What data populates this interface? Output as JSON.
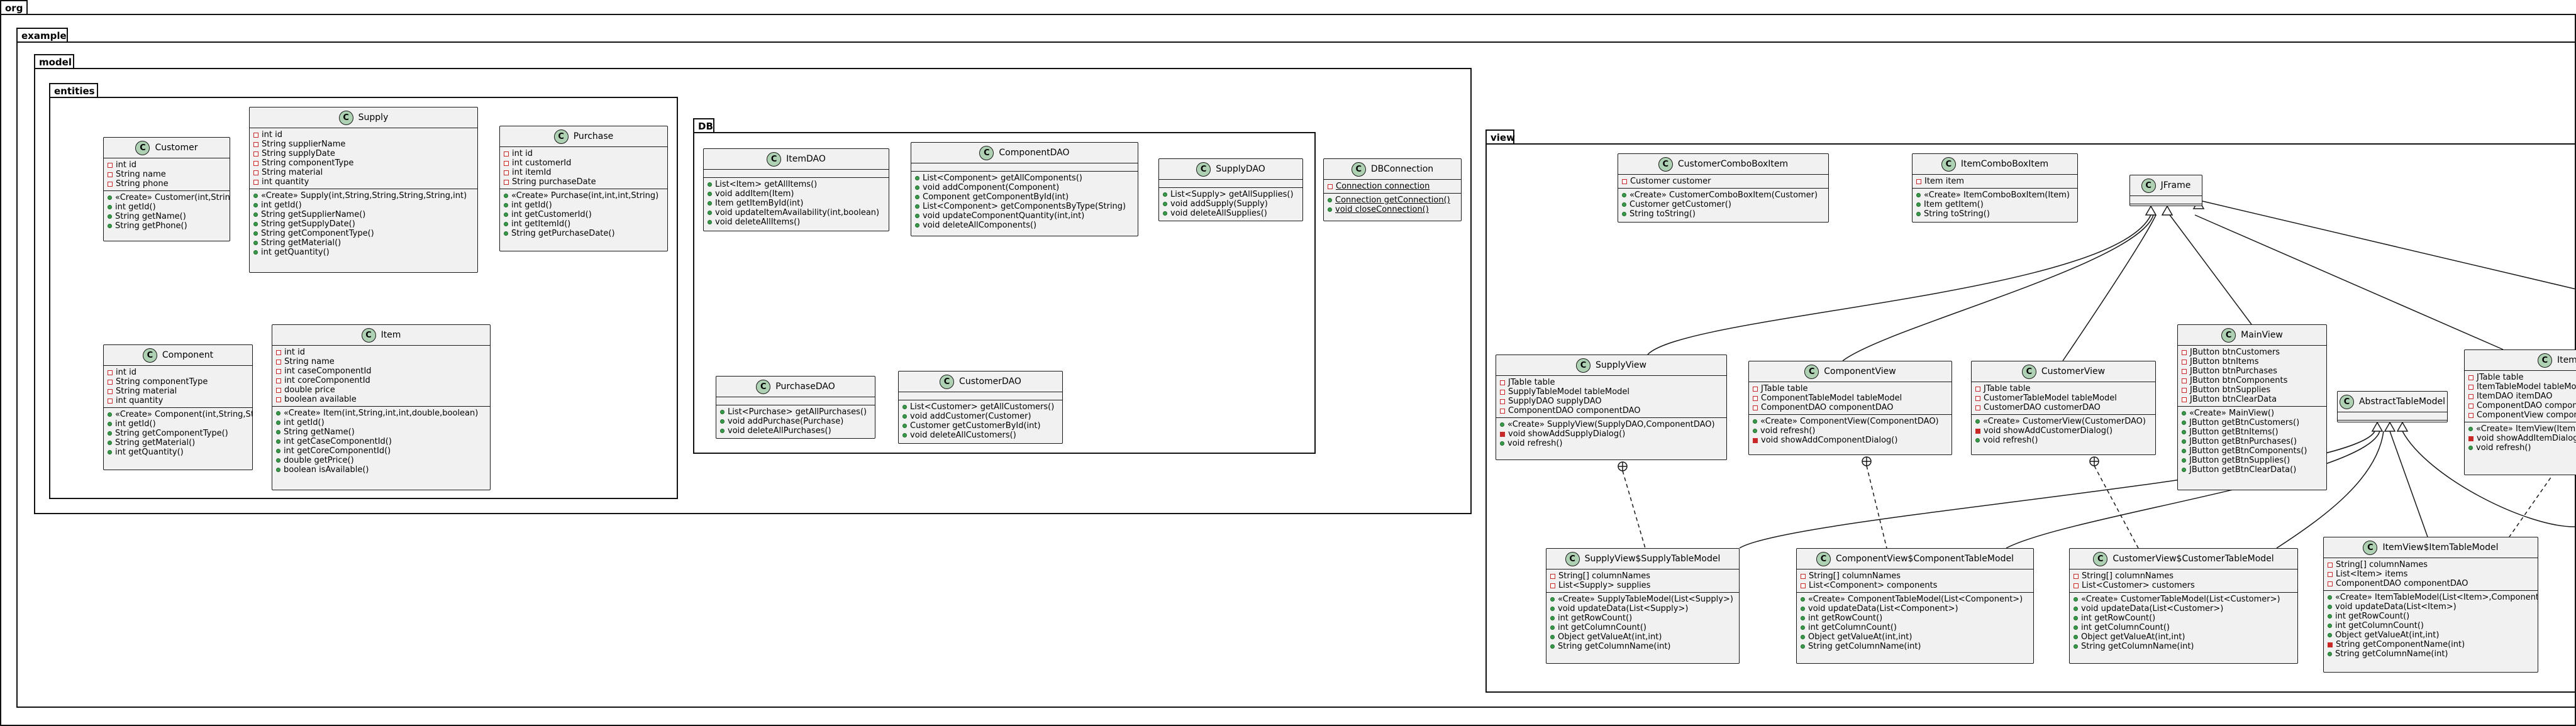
{
  "packages": {
    "org": "org",
    "example": "example",
    "model": "model",
    "entities": "entities",
    "db": "DB",
    "view": "view"
  },
  "classes": {
    "customer": {
      "name": "Customer",
      "badge": "C",
      "fields": [
        {
          "v": "-",
          "t": "int id"
        },
        {
          "v": "-",
          "t": "String name"
        },
        {
          "v": "-",
          "t": "String phone"
        }
      ],
      "methods": [
        {
          "v": "+",
          "t": "«Create» Customer(int,String,String)"
        },
        {
          "v": "+",
          "t": "int getId()"
        },
        {
          "v": "+",
          "t": "String getName()"
        },
        {
          "v": "+",
          "t": "String getPhone()"
        }
      ]
    },
    "supply": {
      "name": "Supply",
      "badge": "C",
      "fields": [
        {
          "v": "-",
          "t": "int id"
        },
        {
          "v": "-",
          "t": "String supplierName"
        },
        {
          "v": "-",
          "t": "String supplyDate"
        },
        {
          "v": "-",
          "t": "String componentType"
        },
        {
          "v": "-",
          "t": "String material"
        },
        {
          "v": "-",
          "t": "int quantity"
        }
      ],
      "methods": [
        {
          "v": "+",
          "t": "«Create» Supply(int,String,String,String,String,int)"
        },
        {
          "v": "+",
          "t": "int getId()"
        },
        {
          "v": "+",
          "t": "String getSupplierName()"
        },
        {
          "v": "+",
          "t": "String getSupplyDate()"
        },
        {
          "v": "+",
          "t": "String getComponentType()"
        },
        {
          "v": "+",
          "t": "String getMaterial()"
        },
        {
          "v": "+",
          "t": "int getQuantity()"
        }
      ]
    },
    "purchase": {
      "name": "Purchase",
      "badge": "C",
      "fields": [
        {
          "v": "-",
          "t": "int id"
        },
        {
          "v": "-",
          "t": "int customerId"
        },
        {
          "v": "-",
          "t": "int itemId"
        },
        {
          "v": "-",
          "t": "String purchaseDate"
        }
      ],
      "methods": [
        {
          "v": "+",
          "t": "«Create» Purchase(int,int,int,String)"
        },
        {
          "v": "+",
          "t": "int getId()"
        },
        {
          "v": "+",
          "t": "int getCustomerId()"
        },
        {
          "v": "+",
          "t": "int getItemId()"
        },
        {
          "v": "+",
          "t": "String getPurchaseDate()"
        }
      ]
    },
    "component": {
      "name": "Component",
      "badge": "C",
      "fields": [
        {
          "v": "-",
          "t": "int id"
        },
        {
          "v": "-",
          "t": "String componentType"
        },
        {
          "v": "-",
          "t": "String material"
        },
        {
          "v": "-",
          "t": "int quantity"
        }
      ],
      "methods": [
        {
          "v": "+",
          "t": "«Create» Component(int,String,String,int)"
        },
        {
          "v": "+",
          "t": "int getId()"
        },
        {
          "v": "+",
          "t": "String getComponentType()"
        },
        {
          "v": "+",
          "t": "String getMaterial()"
        },
        {
          "v": "+",
          "t": "int getQuantity()"
        }
      ]
    },
    "item": {
      "name": "Item",
      "badge": "C",
      "fields": [
        {
          "v": "-",
          "t": "int id"
        },
        {
          "v": "-",
          "t": "String name"
        },
        {
          "v": "-",
          "t": "int caseComponentId"
        },
        {
          "v": "-",
          "t": "int coreComponentId"
        },
        {
          "v": "-",
          "t": "double price"
        },
        {
          "v": "-",
          "t": "boolean available"
        }
      ],
      "methods": [
        {
          "v": "+",
          "t": "«Create» Item(int,String,int,int,double,boolean)"
        },
        {
          "v": "+",
          "t": "int getId()"
        },
        {
          "v": "+",
          "t": "String getName()"
        },
        {
          "v": "+",
          "t": "int getCaseComponentId()"
        },
        {
          "v": "+",
          "t": "int getCoreComponentId()"
        },
        {
          "v": "+",
          "t": "double getPrice()"
        },
        {
          "v": "+",
          "t": "boolean isAvailable()"
        }
      ]
    },
    "itemdao": {
      "name": "ItemDAO",
      "badge": "C",
      "fields": [],
      "methods": [
        {
          "v": "+",
          "t": "List<Item> getAllItems()"
        },
        {
          "v": "+",
          "t": "void addItem(Item)"
        },
        {
          "v": "+",
          "t": "Item getItemById(int)"
        },
        {
          "v": "+",
          "t": "void updateItemAvailability(int,boolean)"
        },
        {
          "v": "+",
          "t": "void deleteAllItems()"
        }
      ]
    },
    "componentdao": {
      "name": "ComponentDAO",
      "badge": "C",
      "fields": [],
      "methods": [
        {
          "v": "+",
          "t": "List<Component> getAllComponents()"
        },
        {
          "v": "+",
          "t": "void addComponent(Component)"
        },
        {
          "v": "+",
          "t": "Component getComponentById(int)"
        },
        {
          "v": "+",
          "t": "List<Component> getComponentsByType(String)"
        },
        {
          "v": "+",
          "t": "void updateComponentQuantity(int,int)"
        },
        {
          "v": "+",
          "t": "void deleteAllComponents()"
        }
      ]
    },
    "supplydao": {
      "name": "SupplyDAO",
      "badge": "C",
      "fields": [],
      "methods": [
        {
          "v": "+",
          "t": "List<Supply> getAllSupplies()"
        },
        {
          "v": "+",
          "t": "void addSupply(Supply)"
        },
        {
          "v": "+",
          "t": "void deleteAllSupplies()"
        }
      ]
    },
    "dbconnection": {
      "name": "DBConnection",
      "badge": "C",
      "fields": [
        {
          "v": "-",
          "t": "Connection connection",
          "s": true
        }
      ],
      "methods": [
        {
          "v": "+",
          "t": "Connection getConnection()",
          "s": true
        },
        {
          "v": "+",
          "t": "void closeConnection()",
          "s": true
        }
      ]
    },
    "purchasedao": {
      "name": "PurchaseDAO",
      "badge": "C",
      "fields": [],
      "methods": [
        {
          "v": "+",
          "t": "List<Purchase> getAllPurchases()"
        },
        {
          "v": "+",
          "t": "void addPurchase(Purchase)"
        },
        {
          "v": "+",
          "t": "void deleteAllPurchases()"
        }
      ]
    },
    "customerdao": {
      "name": "CustomerDAO",
      "badge": "C",
      "fields": [],
      "methods": [
        {
          "v": "+",
          "t": "List<Customer> getAllCustomers()"
        },
        {
          "v": "+",
          "t": "void addCustomer(Customer)"
        },
        {
          "v": "+",
          "t": "Customer getCustomerById(int)"
        },
        {
          "v": "+",
          "t": "void deleteAllCustomers()"
        }
      ]
    },
    "customercombo": {
      "name": "CustomerComboBoxItem",
      "badge": "C",
      "fields": [
        {
          "v": "-",
          "t": "Customer customer"
        }
      ],
      "methods": [
        {
          "v": "+",
          "t": "«Create» CustomerComboBoxItem(Customer)"
        },
        {
          "v": "+",
          "t": "Customer getCustomer()"
        },
        {
          "v": "+",
          "t": "String toString()"
        }
      ]
    },
    "itemcombo": {
      "name": "ItemComboBoxItem",
      "badge": "C",
      "fields": [
        {
          "v": "-",
          "t": "Item item"
        }
      ],
      "methods": [
        {
          "v": "+",
          "t": "«Create» ItemComboBoxItem(Item)"
        },
        {
          "v": "+",
          "t": "Item getItem()"
        },
        {
          "v": "+",
          "t": "String toString()"
        }
      ]
    },
    "jframe": {
      "name": "JFrame",
      "badge": "C",
      "fields": [],
      "methods": []
    },
    "supplyview": {
      "name": "SupplyView",
      "badge": "C",
      "fields": [
        {
          "v": "-",
          "t": "JTable table"
        },
        {
          "v": "-",
          "t": "SupplyTableModel tableModel"
        },
        {
          "v": "-",
          "t": "SupplyDAO supplyDAO"
        },
        {
          "v": "-",
          "t": "ComponentDAO componentDAO"
        }
      ],
      "methods": [
        {
          "v": "+",
          "t": "«Create» SupplyView(SupplyDAO,ComponentDAO)"
        },
        {
          "v": "-m",
          "t": "void showAddSupplyDialog()"
        },
        {
          "v": "+",
          "t": "void refresh()"
        }
      ]
    },
    "componentview": {
      "name": "ComponentView",
      "badge": "C",
      "fields": [
        {
          "v": "-",
          "t": "JTable table"
        },
        {
          "v": "-",
          "t": "ComponentTableModel tableModel"
        },
        {
          "v": "-",
          "t": "ComponentDAO componentDAO"
        }
      ],
      "methods": [
        {
          "v": "+",
          "t": "«Create» ComponentView(ComponentDAO)"
        },
        {
          "v": "+",
          "t": "void refresh()"
        },
        {
          "v": "-m",
          "t": "void showAddComponentDialog()"
        }
      ]
    },
    "customerview": {
      "name": "CustomerView",
      "badge": "C",
      "fields": [
        {
          "v": "-",
          "t": "JTable table"
        },
        {
          "v": "-",
          "t": "CustomerTableModel tableModel"
        },
        {
          "v": "-",
          "t": "CustomerDAO customerDAO"
        }
      ],
      "methods": [
        {
          "v": "+",
          "t": "«Create» CustomerView(CustomerDAO)"
        },
        {
          "v": "-m",
          "t": "void showAddCustomerDialog()"
        },
        {
          "v": "+",
          "t": "void refresh()"
        }
      ]
    },
    "mainview": {
      "name": "MainView",
      "badge": "C",
      "fields": [
        {
          "v": "-",
          "t": "JButton btnCustomers"
        },
        {
          "v": "-",
          "t": "JButton btnItems"
        },
        {
          "v": "-",
          "t": "JButton btnPurchases"
        },
        {
          "v": "-",
          "t": "JButton btnComponents"
        },
        {
          "v": "-",
          "t": "JButton btnSupplies"
        },
        {
          "v": "-",
          "t": "JButton btnClearData"
        }
      ],
      "methods": [
        {
          "v": "+",
          "t": "«Create» MainView()"
        },
        {
          "v": "+",
          "t": "JButton getBtnCustomers()"
        },
        {
          "v": "+",
          "t": "JButton getBtnItems()"
        },
        {
          "v": "+",
          "t": "JButton getBtnPurchases()"
        },
        {
          "v": "+",
          "t": "JButton getBtnComponents()"
        },
        {
          "v": "+",
          "t": "JButton getBtnSupplies()"
        },
        {
          "v": "+",
          "t": "JButton getBtnClearData()"
        }
      ]
    },
    "itemview": {
      "name": "ItemView",
      "badge": "C",
      "fields": [
        {
          "v": "-",
          "t": "JTable table"
        },
        {
          "v": "-",
          "t": "ItemTableModel tableModel"
        },
        {
          "v": "-",
          "t": "ItemDAO itemDAO"
        },
        {
          "v": "-",
          "t": "ComponentDAO componentDAO"
        },
        {
          "v": "-",
          "t": "ComponentView componentView"
        }
      ],
      "methods": [
        {
          "v": "+",
          "t": "«Create» ItemView(ItemDAO,ComponentDAO,ComponentView)"
        },
        {
          "v": "-m",
          "t": "void showAddItemDialog()"
        },
        {
          "v": "+",
          "t": "void refresh()"
        }
      ]
    },
    "abstracttablemodel": {
      "name": "AbstractTableModel",
      "badge": "C",
      "fields": [],
      "methods": []
    },
    "supplytm": {
      "name": "SupplyView$SupplyTableModel",
      "badge": "C",
      "fields": [
        {
          "v": "-",
          "t": "String[] columnNames"
        },
        {
          "v": "-",
          "t": "List<Supply> supplies"
        }
      ],
      "methods": [
        {
          "v": "+",
          "t": "«Create» SupplyTableModel(List<Supply>)"
        },
        {
          "v": "+",
          "t": "void updateData(List<Supply>)"
        },
        {
          "v": "+",
          "t": "int getRowCount()"
        },
        {
          "v": "+",
          "t": "int getColumnCount()"
        },
        {
          "v": "+",
          "t": "Object getValueAt(int,int)"
        },
        {
          "v": "+",
          "t": "String getColumnName(int)"
        }
      ]
    },
    "componenttm": {
      "name": "ComponentView$ComponentTableModel",
      "badge": "C",
      "fields": [
        {
          "v": "-",
          "t": "String[] columnNames"
        },
        {
          "v": "-",
          "t": "List<Component> components"
        }
      ],
      "methods": [
        {
          "v": "+",
          "t": "«Create» ComponentTableModel(List<Component>)"
        },
        {
          "v": "+",
          "t": "void updateData(List<Component>)"
        },
        {
          "v": "+",
          "t": "int getRowCount()"
        },
        {
          "v": "+",
          "t": "int getColumnCount()"
        },
        {
          "v": "+",
          "t": "Object getValueAt(int,int)"
        },
        {
          "v": "+",
          "t": "String getColumnName(int)"
        }
      ]
    },
    "customertm": {
      "name": "CustomerView$CustomerTableModel",
      "badge": "C",
      "fields": [
        {
          "v": "-",
          "t": "String[] columnNames"
        },
        {
          "v": "-",
          "t": "List<Customer> customers"
        }
      ],
      "methods": [
        {
          "v": "+",
          "t": "«Create» CustomerTableModel(List<Customer>)"
        },
        {
          "v": "+",
          "t": "void updateData(List<Customer>)"
        },
        {
          "v": "+",
          "t": "int getRowCount()"
        },
        {
          "v": "+",
          "t": "int getColumnCount()"
        },
        {
          "v": "+",
          "t": "Object getValueAt(int,int)"
        },
        {
          "v": "+",
          "t": "String getColumnName(int)"
        }
      ]
    },
    "itemtm": {
      "name": "ItemView$ItemTableModel",
      "badge": "C",
      "fields": [
        {
          "v": "-",
          "t": "String[] columnNames"
        },
        {
          "v": "-",
          "t": "List<Item> items"
        },
        {
          "v": "-",
          "t": "ComponentDAO componentDAO"
        }
      ],
      "methods": [
        {
          "v": "+",
          "t": "«Create» ItemTableModel(List<Item>,ComponentDAO)"
        },
        {
          "v": "+",
          "t": "void updateData(List<Item>)"
        },
        {
          "v": "+",
          "t": "int getRowCount()"
        },
        {
          "v": "+",
          "t": "int getColumnCount()"
        },
        {
          "v": "+",
          "t": "Object getValueAt(int,int)"
        },
        {
          "v": "-m",
          "t": "String getComponentName(int)"
        },
        {
          "v": "+",
          "t": "String getColumnName(int)"
        }
      ]
    }
  },
  "colors": {
    "badge": "#add1b2",
    "class_fill": "#f1f1f1",
    "border": "#181818",
    "public": "#3a9b4a",
    "private": "#c82828"
  }
}
